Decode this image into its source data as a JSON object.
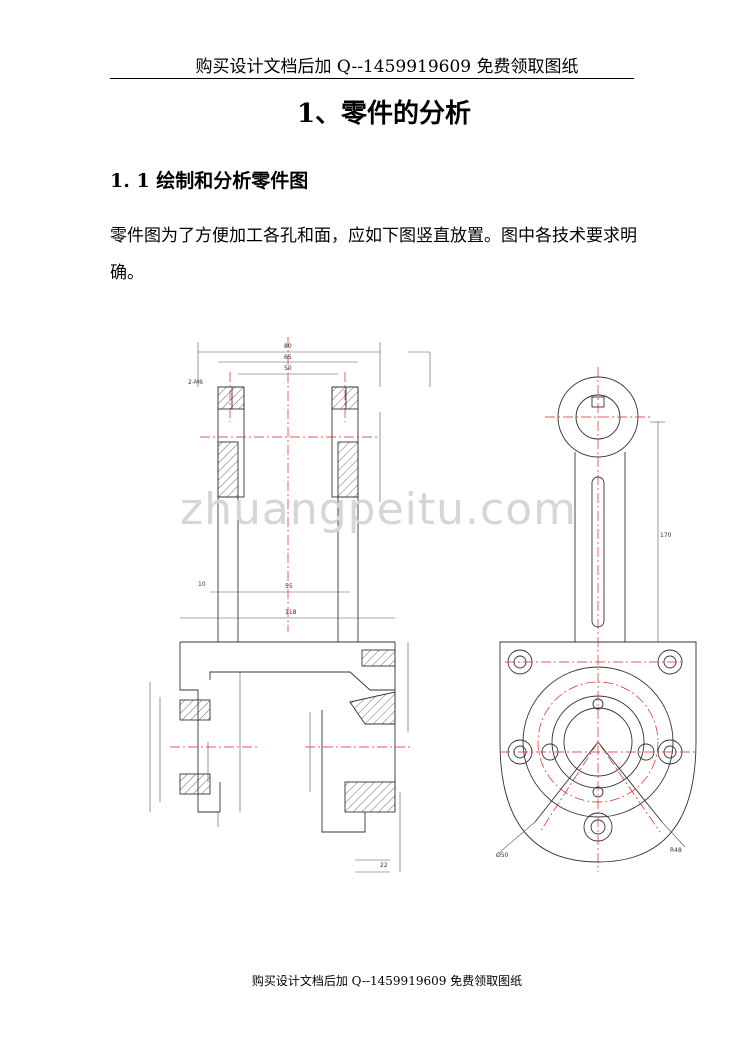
{
  "header": {
    "text": "购买设计文档后加 Q--1459919609 免费领取图纸"
  },
  "title": "1、零件的分析",
  "section": {
    "heading": "1. 1 绘制和分析零件图"
  },
  "paragraph": "零件图为了方便加工各孔和面，应如下图竖直放置。图中各技术要求明确。",
  "watermark": "zhuangpeitu.com",
  "footer": {
    "text": "购买设计文档后加 Q--1459919609 免费领取图纸"
  }
}
